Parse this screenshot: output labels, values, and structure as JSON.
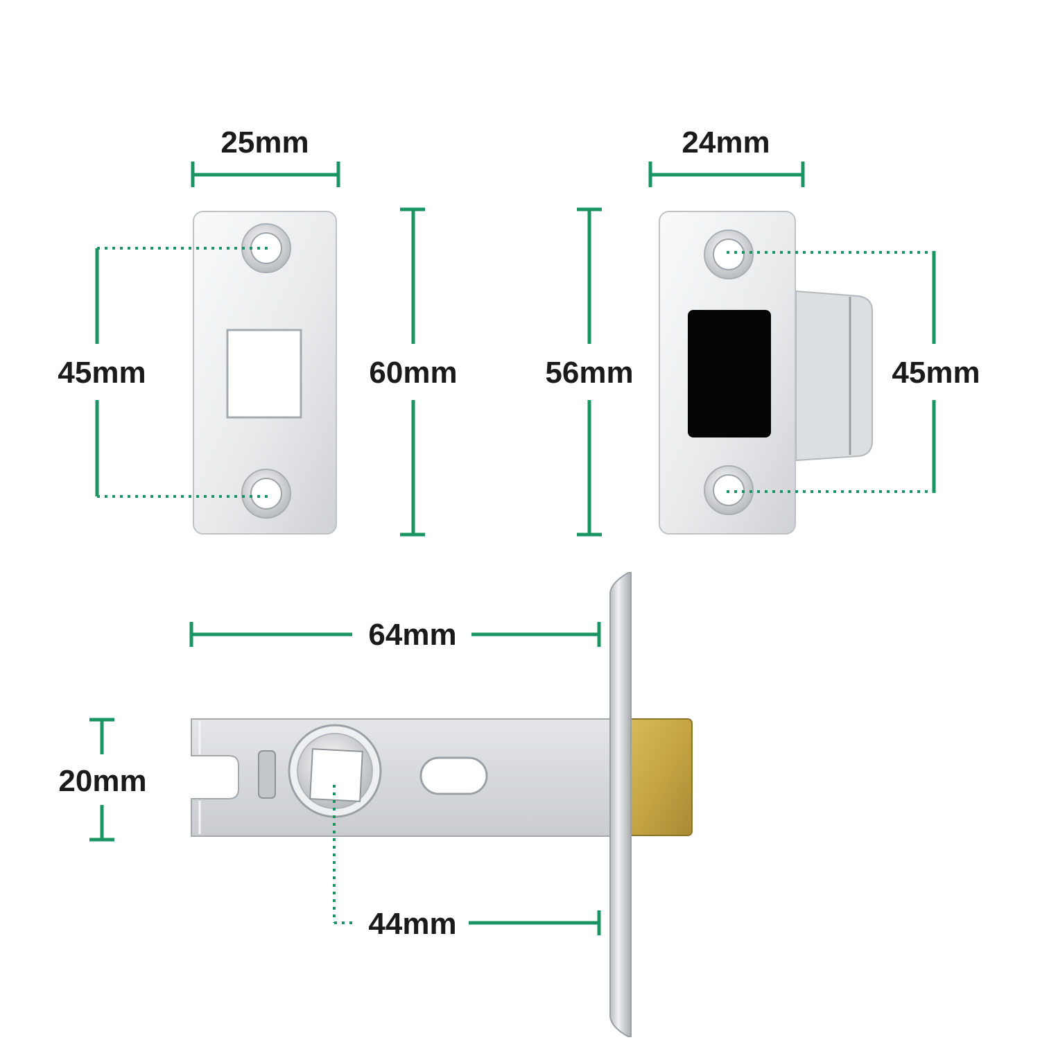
{
  "colors": {
    "dimension": "#1a9463",
    "label": "#1a1a1a",
    "steel_light": "#f2f3f4",
    "steel_mid": "#d4d7da",
    "steel_dark": "#9aa0a5",
    "brass": "#c8aa4a",
    "black_insert": "#050505"
  },
  "dimensions": {
    "strike_plate_width": "25mm",
    "strike_plate_hole_spacing": "45mm",
    "strike_plate_height": "60mm",
    "keeper_height": "56mm",
    "keeper_width": "24mm",
    "keeper_hole_spacing": "45mm",
    "latch_length": "64mm",
    "latch_body_height": "20mm",
    "latch_backset": "44mm"
  }
}
